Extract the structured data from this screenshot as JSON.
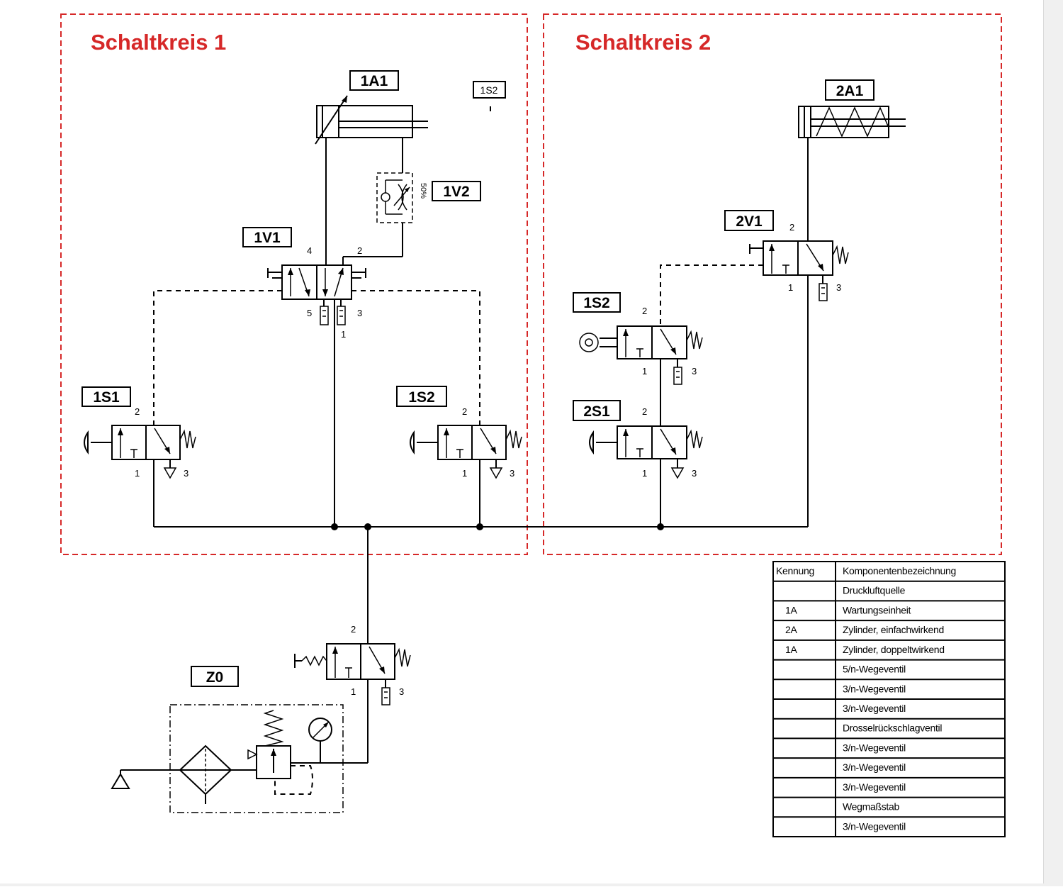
{
  "colors": {
    "section_border": "#d62828",
    "line": "#000000"
  },
  "sections": [
    {
      "title": "Schaltkreis 1"
    },
    {
      "title": "Schaltkreis 2"
    }
  ],
  "tags": {
    "a1": "1A1",
    "s2_small": "1S2",
    "v2": "1V2",
    "v1": "1V1",
    "s1": "1S1",
    "s2_left": "1S2",
    "a2": "2A1",
    "v21": "2V1",
    "s2_right": "1S2",
    "s21": "2S1",
    "z0": "Z0"
  },
  "throttle_mark": "50%",
  "ports": {
    "v1_4": "4",
    "v1_2": "2",
    "v1_5": "5",
    "v1_3": "3",
    "v1_1": "1",
    "s1_2": "2",
    "s1_1": "1",
    "s1_3": "3",
    "s2l_2": "2",
    "s2l_1": "1",
    "s2l_3": "3",
    "v21_2": "2",
    "v21_1": "1",
    "v21_3": "3",
    "s2r_2": "2",
    "s2r_1": "1",
    "s2r_3": "3",
    "s21_2": "2",
    "s21_1": "1",
    "s21_3": "3",
    "main_2": "2",
    "main_1": "1",
    "main_3": "3"
  },
  "parts_table": {
    "headers": [
      "Kennung",
      "Komponentenbezeichnung"
    ],
    "rows": [
      [
        "",
        "Druckluftquelle"
      ],
      [
        "1A",
        "Wartungseinheit"
      ],
      [
        "2A",
        "Zylinder, einfachwirkend"
      ],
      [
        "1A",
        "Zylinder, doppeltwirkend"
      ],
      [
        "",
        "5/n-Wegeventil"
      ],
      [
        "",
        "3/n-Wegeventil"
      ],
      [
        "",
        "3/n-Wegeventil"
      ],
      [
        "",
        "Drosselrückschlagventil"
      ],
      [
        "",
        "3/n-Wegeventil"
      ],
      [
        "",
        "3/n-Wegeventil"
      ],
      [
        "",
        "3/n-Wegeventil"
      ],
      [
        "",
        "Wegmaßstab"
      ],
      [
        "",
        "3/n-Wegeventil"
      ]
    ]
  }
}
